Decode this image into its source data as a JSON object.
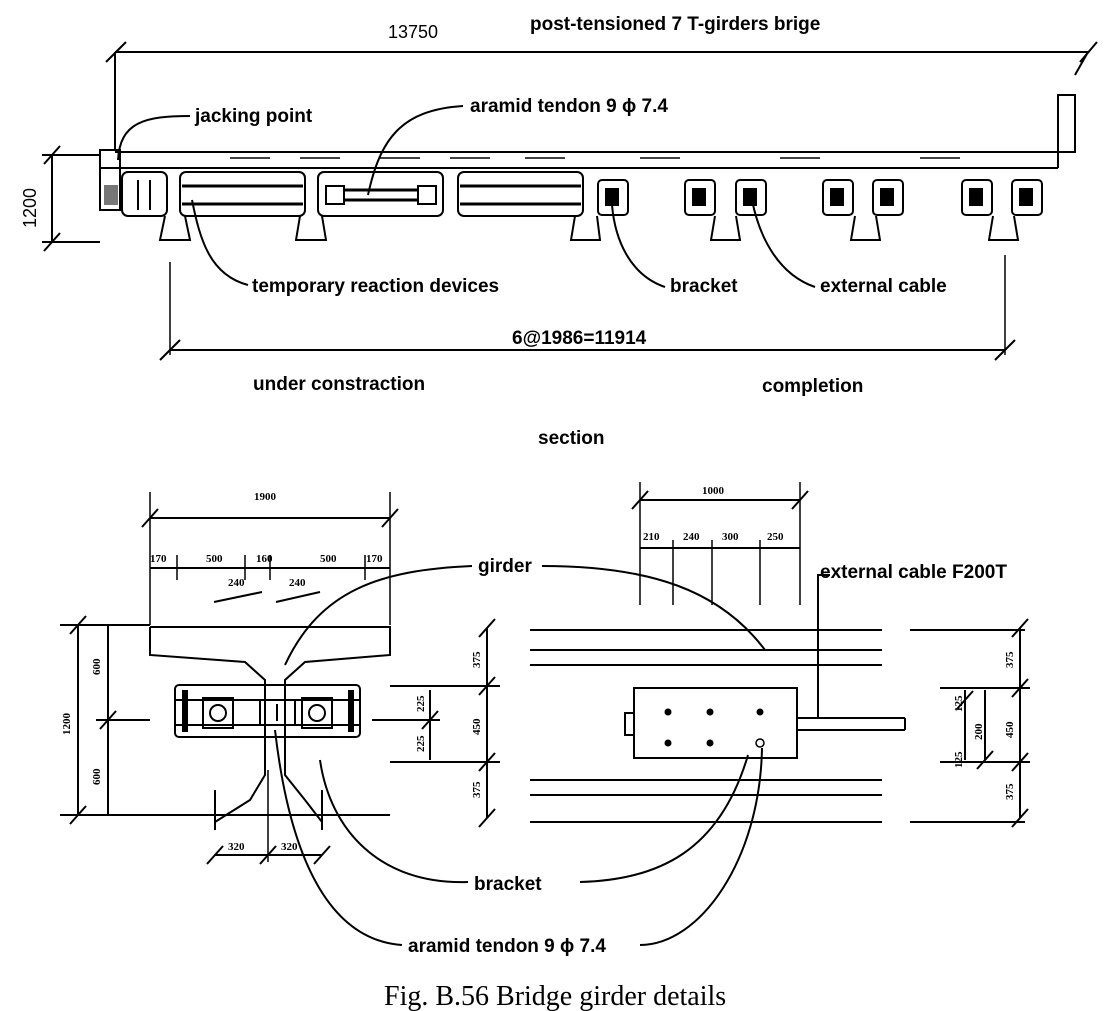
{
  "top": {
    "overall_dim": "13750",
    "title": "post-tensioned 7 T-girders brige",
    "height_dim": "1200",
    "label_jacking": "jacking point",
    "label_tendon": "aramid tendon 9 ϕ 7.4",
    "label_temp": "temporary reaction devices",
    "label_bracket": "bracket",
    "label_cable": "external cable",
    "spacing_dim": "6@1986=11914",
    "label_under": "under constraction",
    "label_completion": "completion",
    "label_section": "section"
  },
  "left_detail": {
    "width": "1900",
    "d170a": "170",
    "d500a": "500",
    "d160": "160",
    "d500b": "500",
    "d170b": "170",
    "d240a": "240",
    "d240b": "240",
    "h1200": "1200",
    "h600a": "600",
    "h600b": "600",
    "v375a": "375",
    "v450": "450",
    "v375b": "375",
    "v225a": "225",
    "v225b": "225",
    "b320a": "320",
    "b320b": "320"
  },
  "right_detail": {
    "width": "1000",
    "d210": "210",
    "d240": "240",
    "d300": "300",
    "d250": "250",
    "label_cable": "external cable F200T",
    "v375a": "375",
    "v450": "450",
    "v375b": "375",
    "v125a": "125",
    "v200": "200",
    "v125b": "125"
  },
  "shared_labels": {
    "girder": "girder",
    "bracket": "bracket",
    "tendon": "aramid tendon 9 ϕ 7.4"
  },
  "caption": "Fig. B.56 Bridge girder details"
}
